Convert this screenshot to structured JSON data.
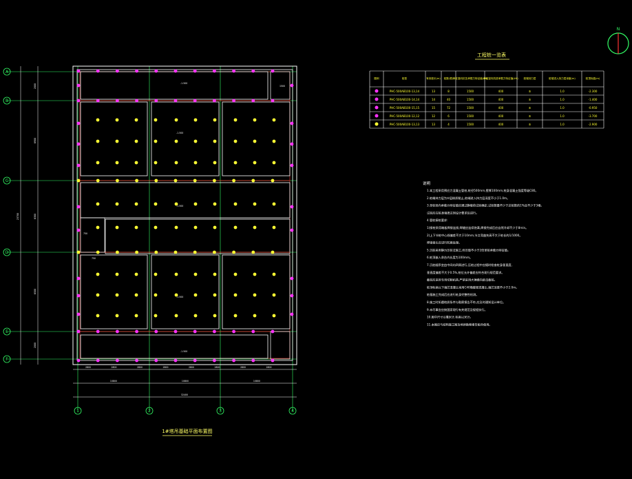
{
  "drawing": {
    "plan_title": "1#塔吊基础平面布置图",
    "north_mark": "N",
    "axes": {
      "vertical": [
        "1",
        "2",
        "3",
        "4"
      ],
      "horizontal": [
        "A",
        "B",
        "C",
        "D",
        "E",
        "F"
      ]
    },
    "room_labels": [
      "-1.500",
      "-1.500",
      "-1.500",
      "-1.500",
      "-1.500"
    ]
  },
  "table": {
    "title": "工程桩一览表",
    "headers": [
      "图例",
      "桩型",
      "有效桩长(m)",
      "桩数(根)",
      "单桩竖向抗压承载力特征值(kN)",
      "单桩竖向抗拔承载力特征值(kN)",
      "桩端持力层",
      "桩端进入持力层深度(m)",
      "桩顶标高(m)"
    ],
    "rows": [
      {
        "type": "PHC-500AB100-13,14",
        "len": "13",
        "count": "8",
        "c1": "1500",
        "c2": "400",
        "c3": "⑤",
        "c4": "1.0",
        "top": "-2.300"
      },
      {
        "type": "PHC-500AB100-14,14",
        "len": "14",
        "count": "40",
        "c1": "1500",
        "c2": "400",
        "c3": "⑤",
        "c4": "1.0",
        "top": "-1.400"
      },
      {
        "type": "PHC-500AB100-15,15",
        "len": "15",
        "count": "72",
        "c1": "1500",
        "c2": "400",
        "c3": "⑤",
        "c4": "1.0",
        "top": "-0.950"
      },
      {
        "type": "PHC-500AB100-12,12",
        "len": "12",
        "count": "6",
        "c1": "1500",
        "c2": "400",
        "c3": "⑤",
        "c4": "1.0",
        "top": "-3.700"
      },
      {
        "type": "PHC-500AB100-13,13",
        "len": "13",
        "count": "4",
        "c1": "1500",
        "c2": "400",
        "c3": "⑤",
        "c4": "1.0",
        "top": "-2.900"
      }
    ]
  },
  "notes": {
    "title": "说明",
    "lines": [
      "1.本工程采用预应力混凝土管桩,桩径500mm,壁厚100mm,桩身混凝土强度等级C80。",
      "2.桩端持力层为⑤层粉质黏土,桩端进入持力层深度不小于1.0m。",
      "3.单桩竖向承载力特征值应通过静载荷试验确定,试桩数量不少于总桩数的1%且不少于3根。",
      "   试桩应在桩身强度达到设计要求后进行。",
      "4.管桩接桩要求:",
      "  1)接桩采用端板焊接连接,焊缝应连续饱满,焊接完成后应自然冷却不少于8min。",
      "  2)上下节桩中心线偏差不大于10mm,节点弯曲矢高不大于桩长的1/1000。",
      "     焊接接头应进行防腐处理。",
      "5.沉桩采用静力压桩法施工,终压值不小于2倍单桩承载力特征值。",
      "6.桩顶嵌入承台内长度为100mm。",
      "7.沉桩顺序宜由中间向四周进行,压桩过程中应随时检查桩身垂直度,",
      "  垂直度偏差不大于0.5%,桩位允许偏差应符合现行规范要求。",
      "  截桩应采用专用切割机具,严禁采用大锤横向敲击截桩。",
      "  桩顶标高以下填芯混凝土采用C40微膨胀混凝土,填芯深度不小于2.0m。",
      "  桩基施工完成后应进行桩身完整性检测。",
      "8.施工时如遇地质条件与勘察报告不符,应及时通知设计单位。",
      "9.未尽事宜应按国家现行有关规范及规程执行。",
      "10.图中尺寸以毫米计,标高以米计。",
      "11.本图应与结构施工图及地质勘察报告配合使用。"
    ]
  },
  "dimensions": {
    "bottom_segments": [
      "2800",
      "2800",
      "2800",
      "2800",
      "2800",
      "2800",
      "2800",
      "2800"
    ],
    "bottom_spans": [
      "10800",
      "10800",
      "10800"
    ],
    "bottom_total": "32400",
    "left_segments": [
      "2000",
      "6900",
      "6300",
      "6500",
      "2000"
    ],
    "left_total": "23700",
    "small_labels": [
      "750",
      "750",
      "1500"
    ]
  },
  "colors": {
    "frame": "#ffffff",
    "wall": "#ff3333",
    "axis": "#33ff66",
    "pile_a": "#ff33ff",
    "pile_b": "#ffff33",
    "table_line": "#ffffff",
    "text_yellow": "#ffff33"
  }
}
